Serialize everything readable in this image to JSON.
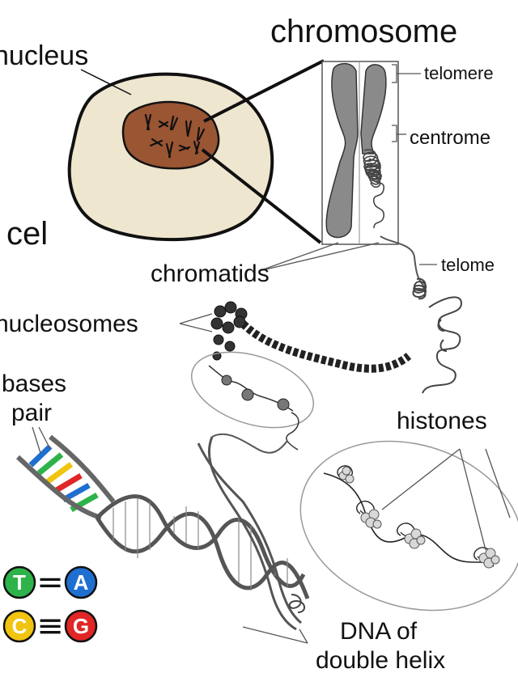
{
  "labels": {
    "chromosome": "chromosome",
    "nucleus": "nucleus",
    "cell": "cel",
    "telomere_top": "telomere",
    "centromere": "centrome",
    "chromatids": "chromatids",
    "telomere_bottom": "telome",
    "nucleosomes": "nucleosomes",
    "bases_line1": "bases",
    "bases_line2": "pair",
    "histones": "histones",
    "dna_line1": "DNA of",
    "dna_line2": "double helix"
  },
  "base_pairs": [
    {
      "left": "T",
      "sign": "=",
      "right": "A"
    },
    {
      "left": "C",
      "sign": "≡",
      "right": "G"
    }
  ],
  "colors": {
    "T": "#2db34a",
    "A": "#1f6fd0",
    "C": "#f1c40f",
    "G": "#e02626",
    "cell_fill": "#efe6cf",
    "nucleus_fill": "#9a5533",
    "chromosome_fill": "#8a8a8a",
    "outline": "#111111"
  },
  "icons": [
    "cell-icon",
    "nucleus-icon",
    "chromosome-icon",
    "dna-helix-icon",
    "nucleosome-icon",
    "histone-icon"
  ]
}
